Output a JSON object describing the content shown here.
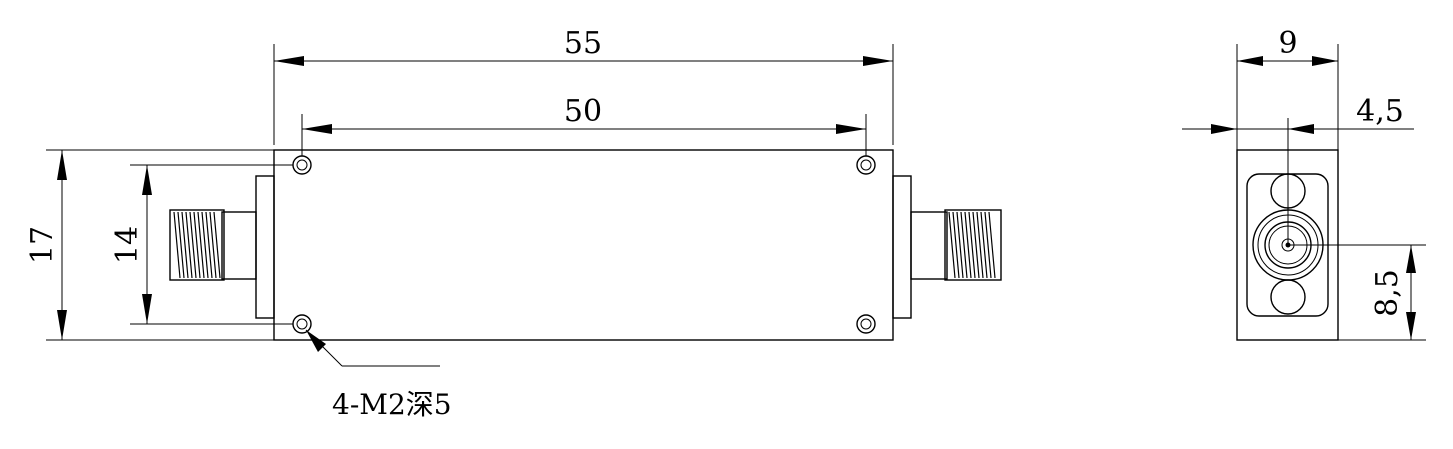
{
  "drawing": {
    "front_view": {
      "dimensions": {
        "overall_length": "55",
        "hole_spacing": "50",
        "overall_height": "17",
        "hole_vertical_spacing": "14"
      },
      "hole_note": "4-M2深5"
    },
    "side_view": {
      "dimensions": {
        "width": "9",
        "connector_offset": "4,5",
        "connector_height": "8,5"
      }
    }
  }
}
